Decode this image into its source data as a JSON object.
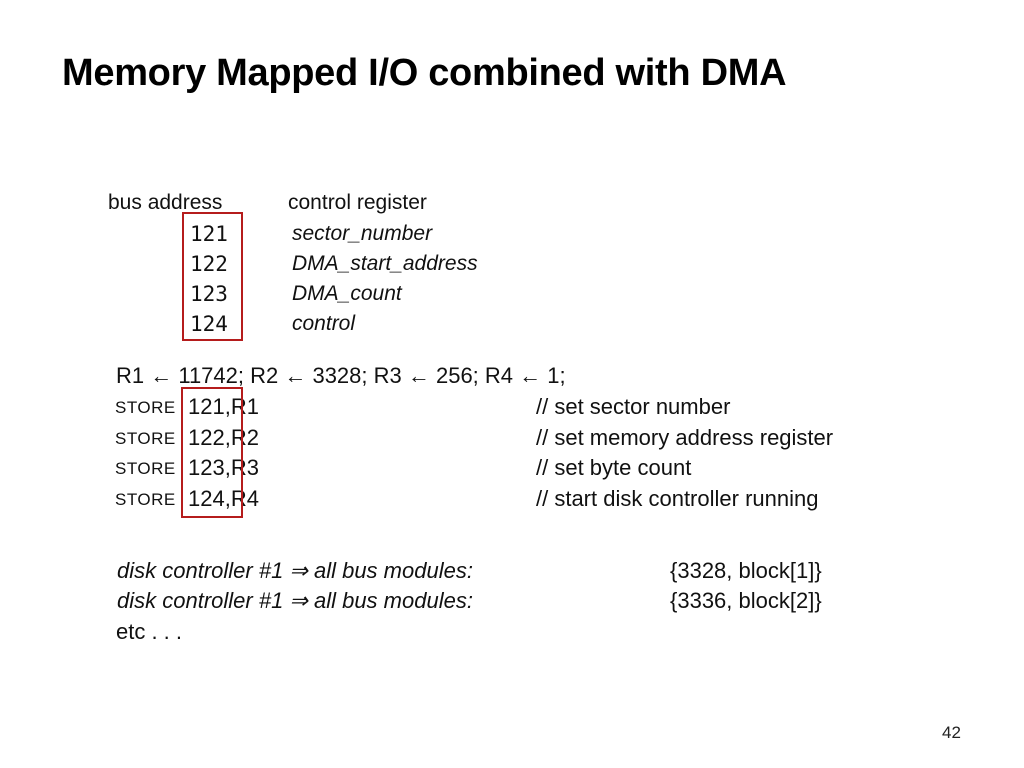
{
  "slide": {
    "title": "Memory Mapped I/O combined with DMA",
    "page_number": "42"
  },
  "register_table": {
    "header_address": "bus address",
    "header_register": "control register",
    "rows": [
      {
        "address": "121",
        "register": "sector_number"
      },
      {
        "address": "122",
        "register": "DMA_start_address"
      },
      {
        "address": "123",
        "register": "DMA_count"
      },
      {
        "address": "124",
        "register": "control"
      }
    ]
  },
  "program": {
    "init_line": "R1 ← 11742; R2 ← 3328; R3 ← 256; R4 ← 1;",
    "instructions": [
      {
        "opcode": "STORE",
        "operands": "121,R1",
        "comment": "// set sector number"
      },
      {
        "opcode": "STORE",
        "operands": "122,R2",
        "comment": "// set memory address register"
      },
      {
        "opcode": "STORE",
        "operands": "123,R3",
        "comment": "// set byte count"
      },
      {
        "opcode": "STORE",
        "operands": "124,R4",
        "comment": "// start disk controller running"
      }
    ]
  },
  "bus_transfers": {
    "lines": [
      {
        "left": "disk controller #1 ⇒ all bus modules:",
        "right": "{3328, block[1]}"
      },
      {
        "left": "disk controller #1 ⇒ all bus modules:",
        "right": "{3336, block[2]}"
      }
    ],
    "etc": "etc . . ."
  },
  "colors": {
    "highlight_box": "#b51c1c",
    "text": "#111111",
    "background": "#ffffff"
  }
}
